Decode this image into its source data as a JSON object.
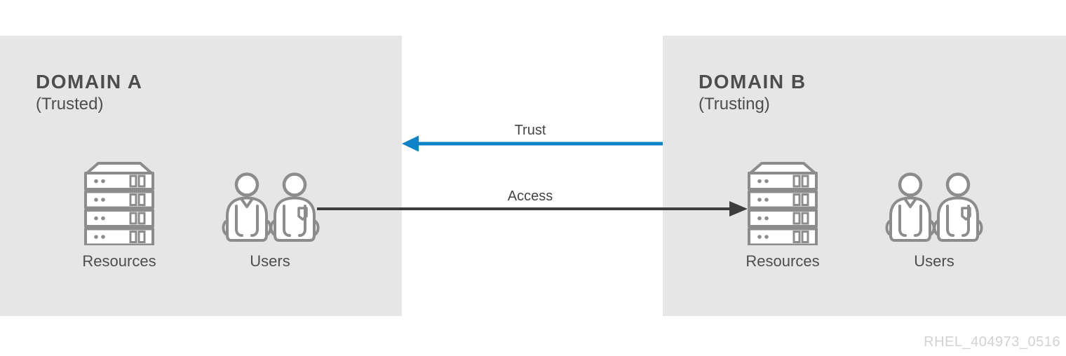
{
  "panels": {
    "domain_a": {
      "title": "DOMAIN A",
      "subtitle": "(Trusted)",
      "resources_label": "Resources",
      "users_label": "Users"
    },
    "domain_b": {
      "title": "DOMAIN B",
      "subtitle": "(Trusting)",
      "resources_label": "Resources",
      "users_label": "Users"
    }
  },
  "arrows": {
    "trust": {
      "label": "Trust",
      "color": "#0e82c6"
    },
    "access": {
      "label": "Access",
      "color": "#3d3d3d"
    }
  },
  "watermark": "RHEL_404973_0516",
  "colors": {
    "panel_bg": "#e6e6e6",
    "icon_stroke": "#8c8c8c",
    "text": "#4d4d4d",
    "watermark_text": "#d2d2d2"
  }
}
